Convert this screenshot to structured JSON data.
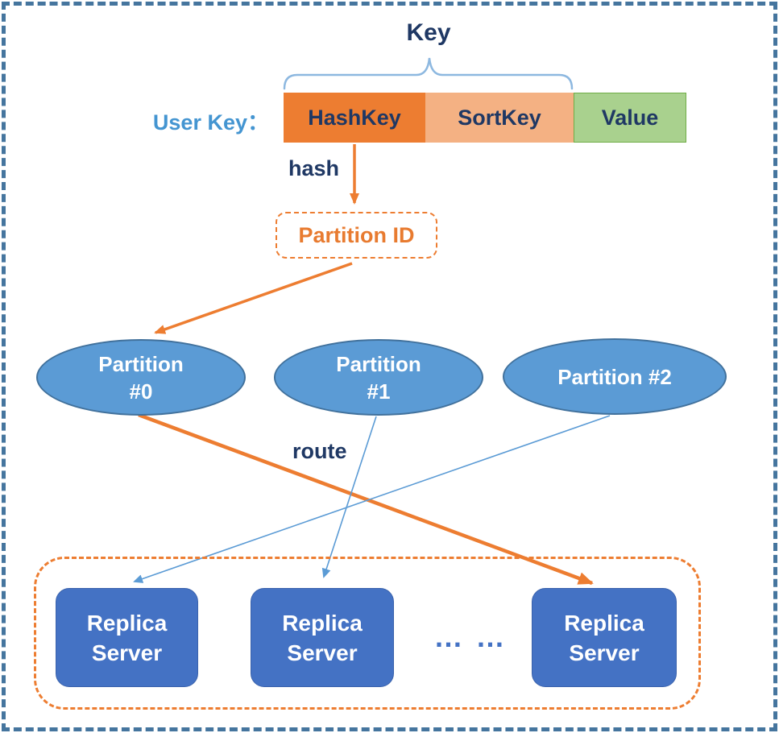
{
  "labels": {
    "key": "Key",
    "user_key": "User Key：",
    "hash": "hash",
    "route": "route",
    "ellipsis": "… …"
  },
  "key_row": {
    "cells": [
      {
        "label": "HashKey",
        "fill": "#ED7D31"
      },
      {
        "label": "SortKey",
        "fill": "#F4B183"
      },
      {
        "label": "Value",
        "fill": "#A9D18E"
      }
    ]
  },
  "partition_id": {
    "label": "Partition ID"
  },
  "partitions": [
    {
      "line1": "Partition",
      "line2": "#0"
    },
    {
      "line1": "Partition",
      "line2": "#1"
    },
    {
      "line1": "Partition #2",
      "line2": ""
    }
  ],
  "replica_servers": [
    {
      "line1": "Replica",
      "line2": "Server"
    },
    {
      "line1": "Replica",
      "line2": "Server"
    },
    {
      "line1": "Replica",
      "line2": "Server"
    }
  ],
  "edges": [
    {
      "from": "hashkey-cell",
      "to": "partition-id-box",
      "label": "hash",
      "style": "orange-arrow"
    },
    {
      "from": "partition-id-box",
      "to": "partition-0",
      "label": "",
      "style": "orange-arrow"
    },
    {
      "from": "partition-0",
      "to": "replica-server-3",
      "label": "route",
      "style": "orange-arrow"
    },
    {
      "from": "partition-1",
      "to": "replica-server-2",
      "label": "route",
      "style": "blue-arrow"
    },
    {
      "from": "partition-2",
      "to": "replica-server-1",
      "label": "route",
      "style": "blue-arrow"
    }
  ],
  "colors": {
    "orange": "#ED7D31",
    "peach": "#F4B183",
    "green": "#A9D18E",
    "green_border": "#70AD47",
    "partition_fill": "#5B9BD5",
    "partition_border": "#41719C",
    "replica_fill": "#4472C4",
    "navy_text": "#1F3864",
    "user_key_blue": "#4495D1",
    "brace_blue": "#8DB8E0",
    "outer_frame_blue": "#45759E"
  }
}
